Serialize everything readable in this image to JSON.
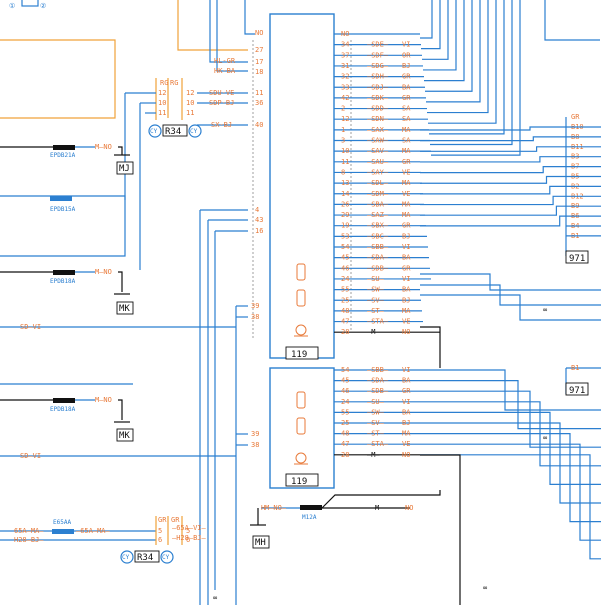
{
  "top_circles": [
    "①",
    "②"
  ],
  "ecu": {
    "id": "119",
    "top_left_pins": [
      {
        "pin": "NO",
        "signal": ""
      },
      {
        "pin": "27",
        "signal": ""
      },
      {
        "pin": "17",
        "signal": "HL-GR"
      },
      {
        "pin": "18",
        "signal": "HK-BA"
      }
    ],
    "mid_left_pins": [
      {
        "pin": "11",
        "signal": "SDU-VE"
      },
      {
        "pin": "36",
        "signal": "SDP-BJ"
      },
      {
        "pin": "40",
        "signal": "SX-BJ"
      }
    ],
    "left_pins2": [
      "4",
      "43",
      "16"
    ],
    "left_pins3": [
      "39",
      "38"
    ],
    "right_pins": [
      {
        "pin": "NO",
        "sig": "",
        "col": ""
      },
      {
        "pin": "34",
        "sig": "SDE",
        "col": "VI"
      },
      {
        "pin": "37",
        "sig": "SDF",
        "col": "OR"
      },
      {
        "pin": "31",
        "sig": "SDG",
        "col": "BJ"
      },
      {
        "pin": "32",
        "sig": "SDH",
        "col": "GR"
      },
      {
        "pin": "33",
        "sig": "SDJ",
        "col": "BA"
      },
      {
        "pin": "42",
        "sig": "SDK",
        "col": "GR"
      },
      {
        "pin": "2",
        "sig": "SDD",
        "col": "SA"
      },
      {
        "pin": "12",
        "sig": "SDN",
        "col": "SA"
      },
      {
        "pin": "1",
        "sig": "SAX",
        "col": "MA"
      },
      {
        "pin": "3",
        "sig": "SAW",
        "col": "SA"
      },
      {
        "pin": "10",
        "sig": "SAV",
        "col": "MA"
      },
      {
        "pin": "11",
        "sig": "SAU",
        "col": "GR"
      },
      {
        "pin": "8",
        "sig": "SAY",
        "col": "VE"
      },
      {
        "pin": "13",
        "sig": "SDL",
        "col": "MA"
      },
      {
        "pin": "14",
        "sig": "SDM",
        "col": "VE"
      },
      {
        "pin": "26",
        "sig": "SBA",
        "col": "MA"
      },
      {
        "pin": "29",
        "sig": "SAZ",
        "col": "MA"
      },
      {
        "pin": "19",
        "sig": "SBX",
        "col": "GR"
      },
      {
        "pin": "53",
        "sig": "SBC",
        "col": "BJ"
      },
      {
        "pin": "54",
        "sig": "SBB",
        "col": "VI"
      },
      {
        "pin": "45",
        "sig": "SDA",
        "col": "BA"
      },
      {
        "pin": "46",
        "sig": "SDB",
        "col": "GR"
      },
      {
        "pin": "24",
        "sig": "SU",
        "col": "VI"
      },
      {
        "pin": "55",
        "sig": "SW",
        "col": "BA"
      },
      {
        "pin": "25",
        "sig": "SV",
        "col": "BJ"
      },
      {
        "pin": "48",
        "sig": "ST",
        "col": "MA"
      },
      {
        "pin": "47",
        "sig": "STA",
        "col": "VE"
      },
      {
        "pin": "28",
        "sig": "M",
        "col": "NO"
      }
    ],
    "lower_right_pins": [
      {
        "pin": "54",
        "sig": "SBB",
        "col": "VI"
      },
      {
        "pin": "45",
        "sig": "SDA",
        "col": "BA"
      },
      {
        "pin": "46",
        "sig": "SDB",
        "col": "GR"
      },
      {
        "pin": "24",
        "sig": "SU",
        "col": "VI"
      },
      {
        "pin": "55",
        "sig": "SW",
        "col": "BA"
      },
      {
        "pin": "25",
        "sig": "SV",
        "col": "BJ"
      },
      {
        "pin": "48",
        "sig": "ST",
        "col": "MA"
      },
      {
        "pin": "47",
        "sig": "STA",
        "col": "VE"
      },
      {
        "pin": "28",
        "sig": "M",
        "col": "NO"
      }
    ]
  },
  "r34_upper": {
    "id": "R34",
    "cy": "CY",
    "top": [
      "RG",
      "RG"
    ],
    "pins_l": [
      "12",
      "10",
      "11"
    ],
    "pins_r": [
      "12",
      "10",
      "11"
    ]
  },
  "r34_lower": {
    "id": "R34",
    "cy": "CY",
    "top": [
      "GR",
      "GR"
    ],
    "pins_l": [
      "5",
      "6"
    ],
    "pins_r": [
      "5",
      "6"
    ],
    "left_wires": [
      {
        "text": "65A—MA—",
        "id": "E65AA",
        "after": "—65A—MA—"
      },
      {
        "text": "H28—BJ—",
        "id": "",
        "after": ""
      }
    ],
    "right_wires": [
      "—65A—VI—",
      "—H28—BJ—"
    ]
  },
  "connector_971": {
    "id": "971",
    "top": "GR",
    "pins": [
      "B10",
      "B8",
      "B11",
      "B3",
      "B7",
      "B5",
      "B2",
      "B12",
      "B9",
      "B6",
      "B4",
      "B1"
    ]
  },
  "connector_971_lower": {
    "id": "971",
    "pin": "B1"
  },
  "splices": [
    {
      "id": "EPDB21A",
      "wire": "M—NO",
      "ground": "MJ"
    },
    {
      "id": "EPDB15A",
      "wire": "",
      "ground": ""
    },
    {
      "id": "EPDB18A",
      "wire": "M—NO",
      "ground": "MK"
    },
    {
      "id": "EPDB18A",
      "wire": "M—NO",
      "ground": "MK"
    }
  ],
  "wire_sd_vi": "SD—VI",
  "m12a": {
    "id": "M12A",
    "left": "M—NO—",
    "right": "M",
    "right2": "NO",
    "ground": "MH",
    "gleft": "H"
  },
  "ground_labels": [
    "MJ",
    "MK",
    "MK",
    "MH"
  ]
}
